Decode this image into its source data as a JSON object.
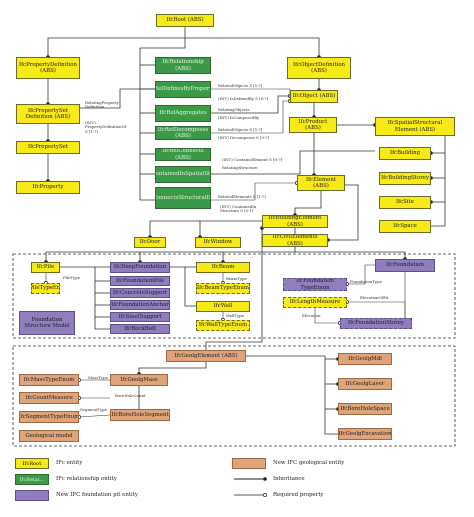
{
  "colors": {
    "ifc_entity": "#f7ea17",
    "relationship_entity": "#3a9a47",
    "foundation_pit_entity": "#8f7dbd",
    "geological_entity": "#e0a47a",
    "line": "#333333"
  },
  "nodes": {
    "ifcroot": {
      "label": "IfcRoot (ABS)",
      "kind": "ifc"
    },
    "propdef": {
      "label": "IfcPropertyDefinition (ABS)",
      "kind": "ifc"
    },
    "objdef": {
      "label": "IfcObjectDefinition (ABS)",
      "kind": "ifc"
    },
    "propsetdef": {
      "label": "IfcPropertySet Definition (ABS)",
      "kind": "ifc"
    },
    "propset": {
      "label": "IfcPropertySet",
      "kind": "ifc"
    },
    "property": {
      "label": "IfcProperty",
      "kind": "ifc"
    },
    "rel1": {
      "label": "IfcRelationship (ABS)",
      "kind": "rel"
    },
    "rel2": {
      "label": "IfcRelDefinesByProperties",
      "kind": "rel"
    },
    "rel3": {
      "label": "IfcRelAggregates",
      "kind": "rel"
    },
    "rel4": {
      "label": "IfcRelDecomposes (ABS)",
      "kind": "rel"
    },
    "rel5": {
      "label": "IfcRelConnects (ABS)",
      "kind": "rel"
    },
    "rel6": {
      "label": "IfcRelContainedInSpatialStructure",
      "kind": "rel"
    },
    "rel7": {
      "label": "IfcRelConnectsStructuralElement",
      "kind": "rel"
    },
    "object": {
      "label": "IfcObject (ABS)",
      "kind": "ifc"
    },
    "product": {
      "label": "IfcProduct (ABS)",
      "kind": "ifc"
    },
    "spatial": {
      "label": "IfcSpatialStructural Element (ABS)",
      "kind": "ifc"
    },
    "building": {
      "label": "IfcBuilding",
      "kind": "ifc"
    },
    "storey": {
      "label": "IfcBuildingStorey",
      "kind": "ifc"
    },
    "site": {
      "label": "IfcSite",
      "kind": "ifc"
    },
    "space": {
      "label": "IfcSpace",
      "kind": "ifc"
    },
    "element": {
      "label": "IfcElement (ABS)",
      "kind": "ifc"
    },
    "buildingelement": {
      "label": "IfcBuildingElement (ABS)",
      "kind": "ifc"
    },
    "civilelements": {
      "label": "IfcCivilElements (ABS)",
      "kind": "ifc"
    },
    "door": {
      "label": "IfcDoor",
      "kind": "ifc"
    },
    "window": {
      "label": "IfcWindow",
      "kind": "ifc"
    },
    "pile": {
      "label": "IfcPile",
      "kind": "ifc"
    },
    "piletype": {
      "label": "IfcPileTypeEnum",
      "kind": "ifc"
    },
    "deepfound": {
      "label": "IfcDeepFoundation",
      "kind": "pit"
    },
    "foundpile": {
      "label": "IfcFoundationPile",
      "kind": "pit"
    },
    "concsupport": {
      "label": "IfcConcreteSupport",
      "kind": "pit"
    },
    "anchor": {
      "label": "IfcFoundationAnchor",
      "kind": "pit"
    },
    "steelsupport": {
      "label": "IfcSteelSupport",
      "kind": "pit"
    },
    "rockbolt": {
      "label": "IfcRockBolt",
      "kind": "pit"
    },
    "fsmodel": {
      "label": "Foundation Structure Model",
      "kind": "pit"
    },
    "beam": {
      "label": "IfcBeam",
      "kind": "ifc"
    },
    "beamtype": {
      "label": "IfcBeamTypeEnum",
      "kind": "ifc"
    },
    "wall": {
      "label": "IfcWall",
      "kind": "ifc"
    },
    "walltype": {
      "label": "IfcWallTypeEnum",
      "kind": "ifc"
    },
    "foundation": {
      "label": "IfcFoundation",
      "kind": "pit"
    },
    "fndtypeenum": {
      "label": "IfcFoundation TypeEnum",
      "kind": "pit"
    },
    "lengthmeasure": {
      "label": "IfcLengthMeasure",
      "kind": "ifc"
    },
    "fndstorey": {
      "label": "IfcFoundationStorey",
      "kind": "pit"
    },
    "geoelement": {
      "label": "IfcGeolgElement (ABS)",
      "kind": "geo"
    },
    "geolmass": {
      "label": "IfcGeolgMass",
      "kind": "geo"
    },
    "masstype": {
      "label": "IfcMassTypeEnum",
      "kind": "geo"
    },
    "countmeasure": {
      "label": "IfcCountMeasure",
      "kind": "geo"
    },
    "segtype": {
      "label": "IfcSegmentTypeEnum",
      "kind": "geo"
    },
    "boreseg": {
      "label": "IfcBoreHoleSegment",
      "kind": "geo"
    },
    "geomodel": {
      "label": "Geological model",
      "kind": "geo"
    },
    "geolmdl": {
      "label": "IfcGeolgMdl",
      "kind": "geo"
    },
    "geollayer": {
      "label": "IfcGeolgLayer",
      "kind": "geo"
    },
    "borespace": {
      "label": "IfcBoreHoleSpace",
      "kind": "geo"
    },
    "excavation": {
      "label": "IfcGeolgExcavation",
      "kind": "geo"
    }
  },
  "edge_labels": {
    "relating_props": "RelatingProperty Definition",
    "inv_props": "(INV) PropertyDefinitionOf S [1:?]",
    "related_objects": "RelatedObjects S [1:?]",
    "inv_isdefined": "(INV) IsDefinedBy S [0:?]",
    "relating_object": "RelatingObjects",
    "inv_iscomposedby": "(INV) IsComposedBy",
    "related_objects2": "RelatedObjects S [1:?]",
    "inv_decomposes": "(INV) Decomposes S [0:?]",
    "relating_structure": "RelatingStructure",
    "inv_contains": "(INV) ContainsElement S [0:?]",
    "related_elements": "RelatedElements S [1:?]",
    "inv_contained": "(INV) ContainedIn Structure S [0:1]",
    "pile_type": "PileType",
    "beam_type": "BeamType",
    "wall_type": "WallType",
    "foundation_type": "FoundationType",
    "elevation_ofpit": "ElevationOfPit",
    "elevation": "Elevation",
    "mass_type": "MassType",
    "borehole_count": "BoreHoleCount",
    "segment_type": "SegmentType"
  },
  "legend": {
    "ifc_sample": "IfcRoot",
    "ifc_text": "IFc entity",
    "rel_sample": "IfcRelat...",
    "rel_text": "IFc relationship entity",
    "pit_text": "New IFC foundation pit entity",
    "geo_text": "New IFC geological entity",
    "inheritance_text": "Inheritance",
    "required_text": "Required property"
  }
}
